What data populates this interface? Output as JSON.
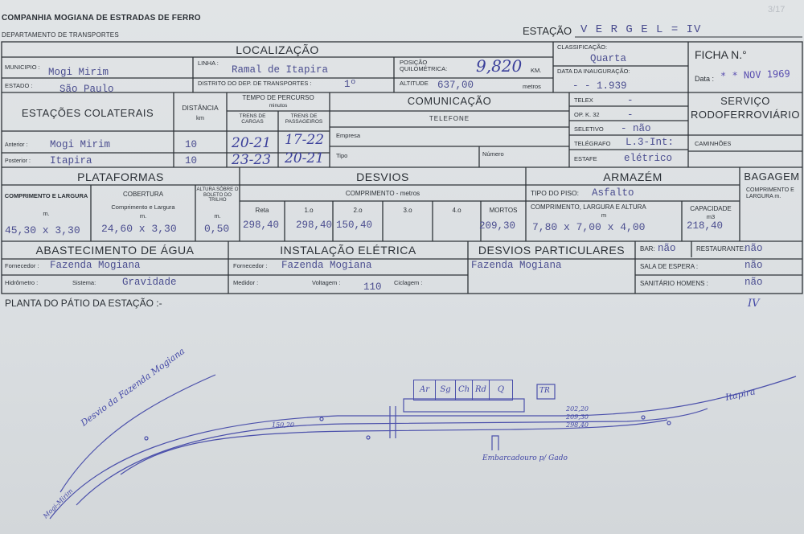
{
  "header": {
    "company": "COMPANHIA MOGIANA DE ESTRADAS DE FERRO",
    "department": "DEPARTAMENTO DE TRANSPORTES",
    "station_label": "ESTAÇÃO",
    "station_value": "V E R G E L = IV",
    "corner_mark": "3/17"
  },
  "localizacao": {
    "title": "LOCALIZAÇÃO",
    "municipio_label": "MUNICIPIO :",
    "municipio_value": "Mogi Mirim",
    "estado_label": "ESTADO :",
    "estado_value": "São Paulo",
    "linha_label": "LINHA :",
    "linha_value": "Ramal de Itapira",
    "distrito_label": "DISTRITO DO DEP. DE TRANSPORTES :",
    "distrito_value": "1º",
    "posicao_label": "POSIÇÃO QUILOMÉTRICA:",
    "posicao_value": "9,820",
    "km_label": "KM.",
    "altitude_label": "ALTITUDE",
    "altitude_value": "637,00",
    "metros_label": "metros"
  },
  "classificacao": {
    "label": "CLASSIFICAÇÃO:",
    "value": "Quarta",
    "inauguracao_label": "DATA DA INAUGURAÇÃO:",
    "inauguracao_value": "-    -  1.939"
  },
  "ficha": {
    "label": "FICHA N.°",
    "data_label": "Data :",
    "data_value": "* * NOV 1969"
  },
  "colaterais": {
    "title": "ESTAÇÕES COLATERAIS",
    "distancia_label": "DISTÂNCIA",
    "km_label": "km",
    "tempo_label": "TEMPO DE PERCURSO",
    "minutos_label": "minutos",
    "cargas_label": "TRENS DE CARGAS",
    "passageiros_label": "TRENS DE PASSAGEIROS",
    "rows": [
      {
        "label": "Anterior :",
        "station": "Mogi Mirim",
        "dist": "10",
        "cargas": "20-21",
        "pass": "17-22"
      },
      {
        "label": "Posterior :",
        "station": "Itapira",
        "dist": "10",
        "cargas": "23-23",
        "pass": "20-21"
      }
    ]
  },
  "comunicacao": {
    "title": "COMUNICAÇÃO",
    "telefone_label": "TELEFONE",
    "empresa_label": "Empresa",
    "tipo_label": "Tipo",
    "numero_label": "Número",
    "telex_label": "TELEX",
    "telex_value": "-",
    "opk_label": "OP. K. 32",
    "opk_value": "-",
    "seletivo_label": "SELETIVO",
    "seletivo_value": "- não",
    "telegrafo_label": "TELÉGRAFO",
    "telegrafo_value": "L.3-Int:",
    "estafe_label": "ESTAFE",
    "estafe_value": "elétrico"
  },
  "servico": {
    "title_line1": "SERVIÇO",
    "title_line2": "RODOFERROVIÁRIO",
    "caminhoes_label": "CAMINHÕES"
  },
  "plataformas": {
    "title": "PLATAFORMAS",
    "comp_label": "COMPRIMENTO E LARGURA",
    "comp_unit": "m.",
    "cob_label": "COBERTURA",
    "cob_sub": "Comprimento e Largura",
    "cob_unit": "m.",
    "altura_label": "ALTURA SÔBRE O BOLETO DO TRILHO",
    "altura_unit": "m.",
    "comp_value": "45,30 x 3,30",
    "cob_value": "24,60 x 3,30",
    "altura_value": "0,50"
  },
  "desvios": {
    "title": "DESVIOS",
    "comprimento_label": "COMPRIMENTO - metros",
    "cols": [
      "Reta",
      "1.o",
      "2.o",
      "3.o",
      "4.o",
      "MORTOS"
    ],
    "values": [
      "298,40",
      "298,40",
      "150,40",
      "",
      "",
      "209,30"
    ]
  },
  "armazem": {
    "title": "ARMAZÉM",
    "piso_label": "TIPO DO PISO:",
    "piso_value": "Asfalto",
    "dim_label": "COMPRIMENTO, LARGURA E ALTURA",
    "dim_unit": "m",
    "dim_value": "7,80 x 7,00 x 4,00",
    "cap_label": "CAPACIDADE",
    "cap_unit": "m3",
    "cap_value": "218,40"
  },
  "bagagem": {
    "title": "BAGAGEM",
    "sub": "COMPRIMENTO E LARGURA m."
  },
  "agua": {
    "title": "ABASTECIMENTO DE ÁGUA",
    "fornecedor_label": "Fornecedor :",
    "fornecedor_value": "Fazenda Mogiana",
    "hidrometro_label": "Hidrômetro :",
    "sistema_label": "Sistema:",
    "sistema_value": "Gravidade"
  },
  "eletrica": {
    "title": "INSTALAÇÃO ELÉTRICA",
    "fornecedor_label": "Fornecedor :",
    "fornecedor_value": "Fazenda Mogiana",
    "medidor_label": "Medidor :",
    "voltagem_label": "Voltagem :",
    "voltagem_value": "110",
    "ciclagem_label": "Ciclagem :"
  },
  "particulares": {
    "title": "DESVIOS PARTICULARES",
    "value": "Fazenda Mogiana"
  },
  "servicos": {
    "bar_label": "BAR:",
    "bar_value": "não",
    "restaurante_label": "RESTAURANTE:",
    "restaurante_value": "não",
    "espera_label": "SALA DE ESPERA :",
    "espera_value": "não",
    "sanitario_label": "SANITÁRIO HOMENS :",
    "sanitario_value": "não"
  },
  "planta": {
    "title": "PLANTA DO PÁTIO DA ESTAÇÃO :-",
    "mark": "IV",
    "desvio_label": "Desvio da Fazenda Mogiana",
    "itapira_label": "Itapira",
    "mogi_label": "Mogi-Mirim",
    "embarcadouro_label": "Embarcadouro p/ Gado",
    "len_left": "150,20",
    "len_r1": "202,20",
    "len_r2": "209,30",
    "len_r3": "298,40",
    "buildings": [
      "Ar",
      "Sg",
      "Ch",
      "Rd",
      "Q"
    ],
    "tr_label": "TR"
  },
  "colors": {
    "ink": "#4a4d8f",
    "blue_pencil": "#3a3f9a",
    "paper": "#dcdfe2"
  }
}
